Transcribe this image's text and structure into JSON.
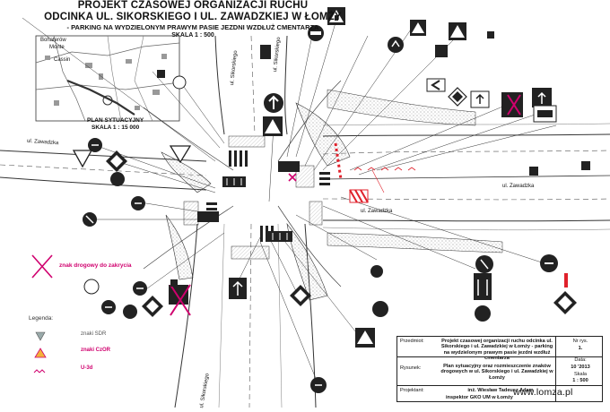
{
  "header": {
    "line1": "PROJEKT CZASOWEJ ORGANIZACJI RUCHU",
    "line2": "ODCINKA UL. SIKORSKIEGO I UL. ZAWADZKIEJ W ŁOMŻY",
    "line3": "- PARKING NA WYDZIELONYM PRAWYM PASIE JEZDNI WZDŁUŻ CMENTARZA",
    "scale": "SKALA 1 : 500"
  },
  "site_plan": {
    "title": "PLAN SYTUACYJNY",
    "scale": "SKALA 1 : 15 000",
    "names": [
      "Bohaterów",
      "Monte",
      "Cassin"
    ]
  },
  "streets": {
    "zawadzka_left": "ul. Zawadzka",
    "zawadzka_right": "ul. Zawadzka",
    "zawadzka_mid": "ul. Zawadzka",
    "sikorskiego_top": "ul. Sikorskiego",
    "sikorskiego_top2": "ul. Sikorskiego",
    "sikorskiego_bottom": "ul. Sikorskiego"
  },
  "note": {
    "text": "znak drogowy do zakrycia",
    "color": "#d0006e"
  },
  "legend": {
    "title": "Legenda:",
    "items": [
      {
        "label": "znaki SDR",
        "color": "#555555"
      },
      {
        "label": "znaki CzOR",
        "color": "#d0006e"
      },
      {
        "label": "U-3d",
        "color": "#d0006e"
      }
    ]
  },
  "title_block": {
    "rows": [
      {
        "label": "Przedmiot:",
        "value": "Projekt czasowej organizacji ruchu odcinka ul. Sikorskiego i ul. Zawadzkiej w Łomży - parking na wydzielonym prawym pasie jezdni wzdłuż cmentarza"
      },
      {
        "label": "Rysunek:",
        "value": "Plan sytuacyjny oraz rozmieszczenie znaków drogowych w ul. Sikorskiego i ul. Zawadzkiej w Łomży"
      },
      {
        "label": "Projektant:",
        "value": "inż. Wiesław Tadeusz Adam"
      }
    ],
    "nr_label": "Nr rys.",
    "nr_value": "1.",
    "date_label": "Data:",
    "date_value": "10 '2013",
    "scale_label": "Skala",
    "scale_value": "1 : 500",
    "inspector": "inspektor GKO UM w Łomży"
  },
  "watermark": "www.lomza.pl",
  "colors": {
    "ink": "#111111",
    "road_hatch": "#8a8a8a",
    "accent": "#d0006e",
    "red_marking": "#e0212b"
  }
}
